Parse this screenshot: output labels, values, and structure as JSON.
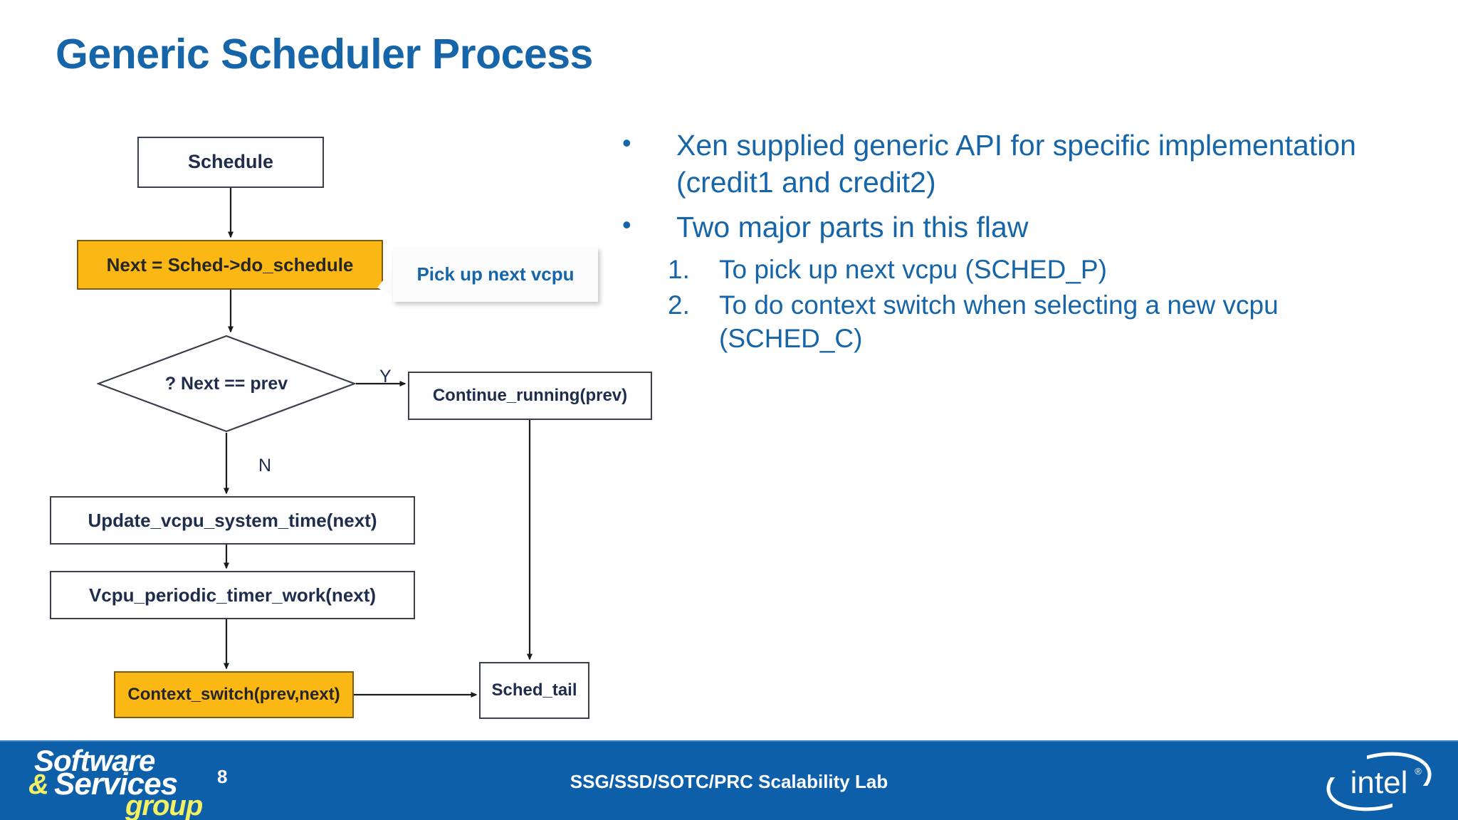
{
  "slide": {
    "title": "Generic Scheduler Process",
    "title_color": "#1565A8",
    "background": "#FFFFFF"
  },
  "flowchart": {
    "accent_orange": "#FBB713",
    "node_border": "#3A3F4B",
    "node_text_color": "#1F2D4D",
    "nodes": [
      {
        "id": "schedule",
        "label": "Schedule",
        "shape": "rect",
        "fill": "white"
      },
      {
        "id": "next",
        "label": "Next = Sched->do_schedule",
        "shape": "rect",
        "fill": "orange"
      },
      {
        "id": "decision",
        "label": "? Next == prev",
        "shape": "diamond",
        "fill": "white"
      },
      {
        "id": "continue",
        "label": "Continue_running(prev)",
        "shape": "rect",
        "fill": "white"
      },
      {
        "id": "update",
        "label": "Update_vcpu_system_time(next)",
        "shape": "rect",
        "fill": "white"
      },
      {
        "id": "timer",
        "label": "Vcpu_periodic_timer_work(next)",
        "shape": "rect",
        "fill": "white"
      },
      {
        "id": "ctxswitch",
        "label": "Context_switch(prev,next)",
        "shape": "rect",
        "fill": "orange"
      },
      {
        "id": "schedtail",
        "label": "Sched_tail",
        "shape": "rect",
        "fill": "white"
      }
    ],
    "edge_labels": {
      "yes": "Y",
      "no": "N"
    }
  },
  "callout": {
    "text": "Pick up next vcpu",
    "color": "#1565A8"
  },
  "bullets": [
    {
      "marker": "•",
      "text": "Xen supplied generic API for specific implementation (credit1 and credit2)"
    },
    {
      "marker": "•",
      "text": "Two major parts in this flaw"
    }
  ],
  "sublist": [
    {
      "marker": "1.",
      "text": "To pick up next vcpu (SCHED_P)"
    },
    {
      "marker": "2.",
      "text": "To do context switch when selecting a new vcpu (SCHED_C)"
    }
  ],
  "footer": {
    "bar_color": "#0E5FAA",
    "logo": {
      "line1": "Software",
      "amp": "&",
      "line2": "Services",
      "line3": "group",
      "white": "#FFFFFF",
      "yellow": "#F3F062"
    },
    "page_number": "8",
    "center_text": "SSG/SSD/SOTC/PRC Scalability Lab",
    "brand": "intel",
    "brand_mark": "®"
  }
}
